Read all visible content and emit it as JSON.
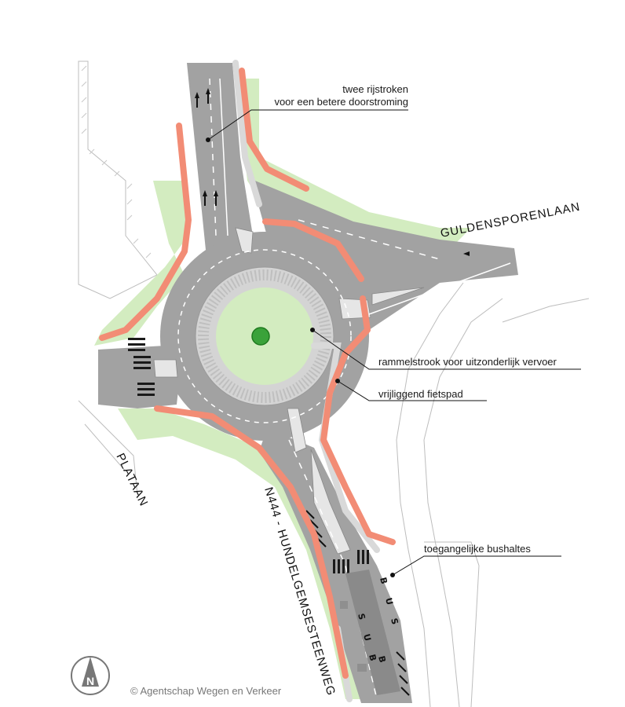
{
  "annotations": {
    "lanes_line1": "twee rijstroken",
    "lanes_line2": "voor een betere doorstroming",
    "rumble": "rammelstrook voor uitzonderlijk vervoer",
    "cycle": "vrijliggend fietspad",
    "bus": "toegangelijke bushaltes"
  },
  "roads": {
    "east": "GULDENSPORENLAAN",
    "southwest": "PLATAAN",
    "south": "N444 - HUNDELGEMSESTEENWEG"
  },
  "bus_marking": {
    "inner": [
      "S",
      "U",
      "B"
    ],
    "outer": [
      "B",
      "U",
      "S",
      "B"
    ]
  },
  "compass": {
    "letter": "N"
  },
  "credit": "© Agentschap Wegen en Verkeer",
  "colors": {
    "asphalt": "#9a9a9a",
    "cycle_path": "#f28c75",
    "grass": "#d3ecc0",
    "sidewalk": "#d9d9d9"
  }
}
